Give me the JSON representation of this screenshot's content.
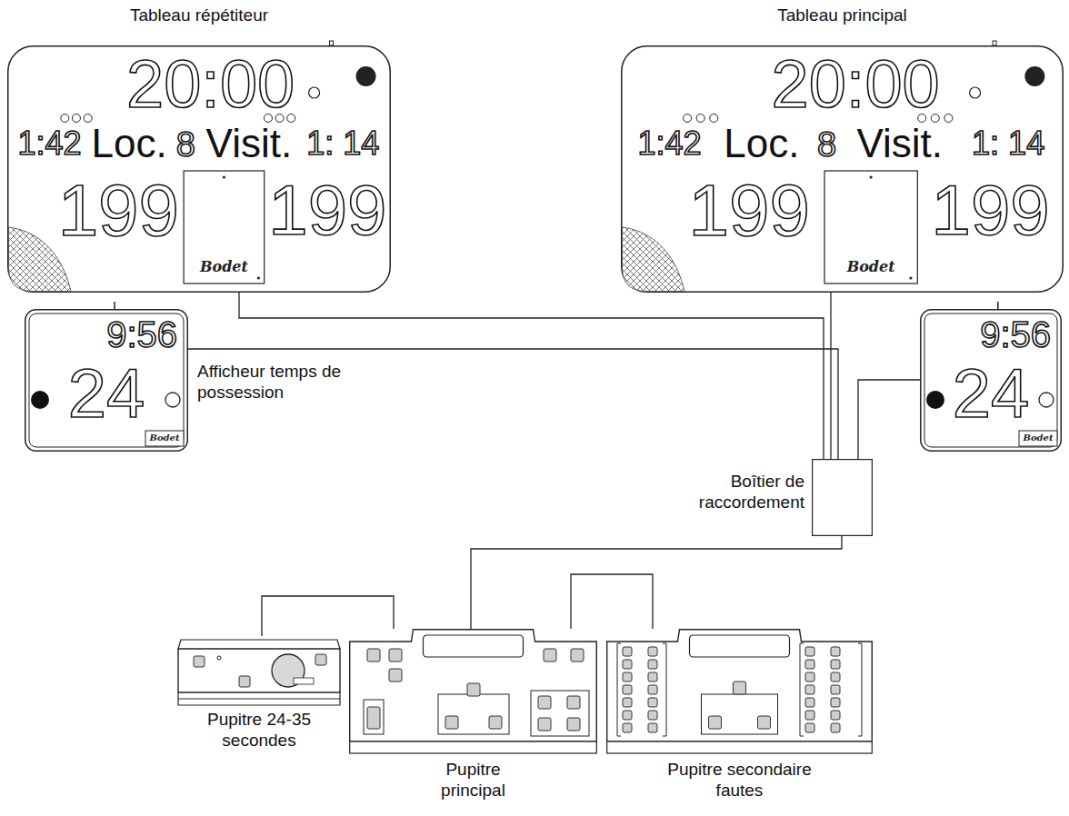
{
  "diagram": {
    "nodes": [
      {
        "text": [
          "Tableau répétiteur",
          "20:00",
          "1:42",
          "Loc.",
          "8",
          "Visit.",
          "1: 14",
          "199",
          "Bodet",
          "199"
        ]
      },
      {
        "text": [
          "Tableau principal",
          "20:00",
          "1:42",
          "Loc.",
          "8",
          "Visit.",
          "1: 14",
          "199",
          "Bodet",
          "199"
        ]
      },
      {
        "text": [
          "Afficheur temps de possession",
          "9:56",
          "24",
          "Bodet"
        ]
      },
      {
        "text": [
          "9:56",
          "24",
          "Bodet"
        ]
      },
      {
        "text": [
          "Boîtier de raccordement"
        ]
      },
      {
        "text": [
          "Pupitre 24-35 secondes"
        ]
      },
      {
        "text": [
          "Pupitre principal"
        ]
      },
      {
        "text": [
          "Pupitre secondaire fautes"
        ]
      }
    ],
    "edges": [
      {
        "from": 0,
        "to": 4,
        "arrow": "none"
      },
      {
        "from": 1,
        "to": 4,
        "arrow": "none"
      },
      {
        "from": 2,
        "to": 4,
        "arrow": "none"
      },
      {
        "from": 3,
        "to": 4,
        "arrow": "none"
      },
      {
        "from": 4,
        "to": 6,
        "arrow": "none"
      },
      {
        "from": 5,
        "to": 6,
        "arrow": "none"
      },
      {
        "from": 6,
        "to": 7,
        "arrow": "none"
      }
    ]
  }
}
